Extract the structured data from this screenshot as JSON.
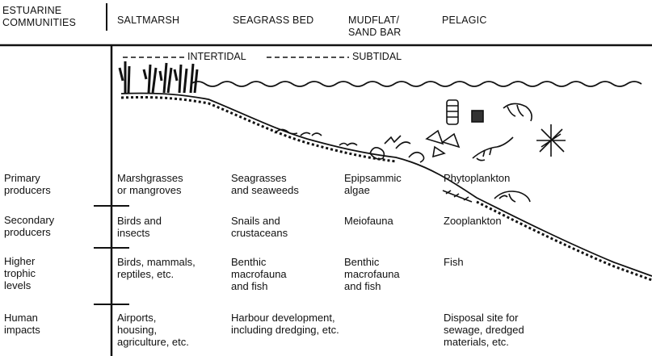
{
  "header": {
    "corner_label": "ESTUARINE\nCOMMUNITIES",
    "columns": [
      "SALTMARSH",
      "SEAGRASS BED",
      "MUDFLAT/\nSAND BAR",
      "PELAGIC"
    ]
  },
  "zones": {
    "intertidal": "INTERTIDAL",
    "subtidal": "SUBTIDAL"
  },
  "rows": [
    {
      "label": "Primary\nproducers",
      "cells": [
        "Marshgrasses\nor mangroves",
        "Seagrasses\nand seaweeds",
        "Epipsammic\nalgae",
        "Phytoplankton"
      ]
    },
    {
      "label": "Secondary\nproducers",
      "cells": [
        "Birds and\ninsects",
        "Snails and\ncrustaceans",
        "Meiofauna",
        "Zooplankton"
      ]
    },
    {
      "label": "Higher\ntrophic\nlevels",
      "cells": [
        "Birds, mammals,\nreptiles, etc.",
        "Benthic\nmacrofauna\nand fish",
        "Benthic\nmacrofauna\nand fish",
        "Fish"
      ]
    },
    {
      "label": "Human\nimpacts",
      "cells": [
        "Airports,\nhousing,\nagriculture, etc.",
        "Harbour development,\nincluding dredging, etc.",
        "",
        "Disposal site for\nsewage, dredged\nmaterials, etc."
      ]
    }
  ]
}
